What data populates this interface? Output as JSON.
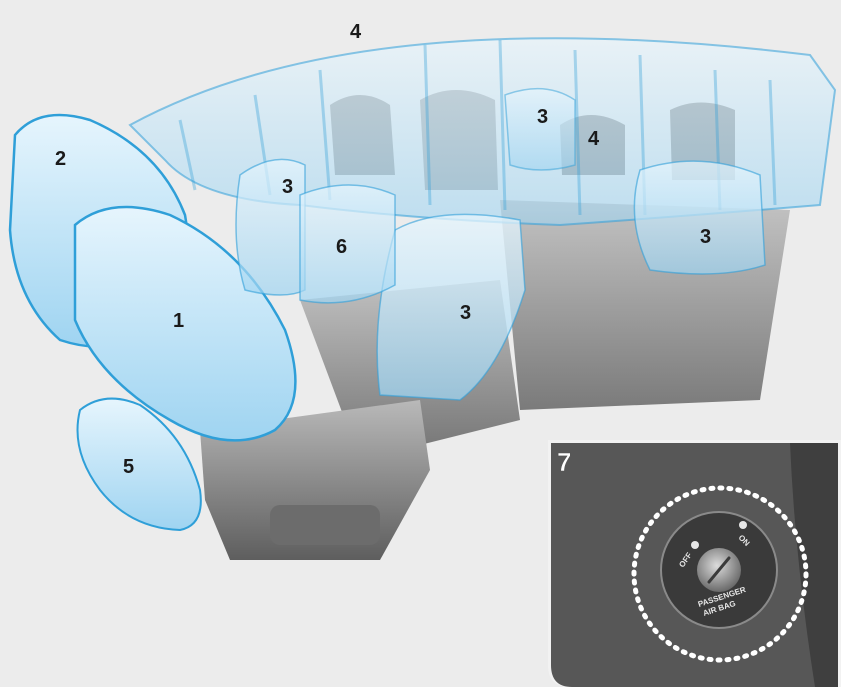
{
  "callouts": {
    "front_driver": "1",
    "front_passenger": "2",
    "side_front_left": "3",
    "side_front_right": "3",
    "side_rear_center": "3",
    "side_rear_right": "3",
    "curtain_top": "4",
    "curtain_rear": "4",
    "knee": "5",
    "center_side": "6",
    "inset_label": "7"
  },
  "switch": {
    "off_label": "OFF",
    "on_label": "ON",
    "caption_line1": "PASSENGER",
    "caption_line2": "AIR BAG"
  },
  "colors": {
    "background": "#ececec",
    "airbag_fill": "#bfe3f7",
    "airbag_edge": "#2f9fd8",
    "seat": "#8c8c8c",
    "inset_panel": "#5a5a5a",
    "highlight_ring": "#ffffff"
  }
}
